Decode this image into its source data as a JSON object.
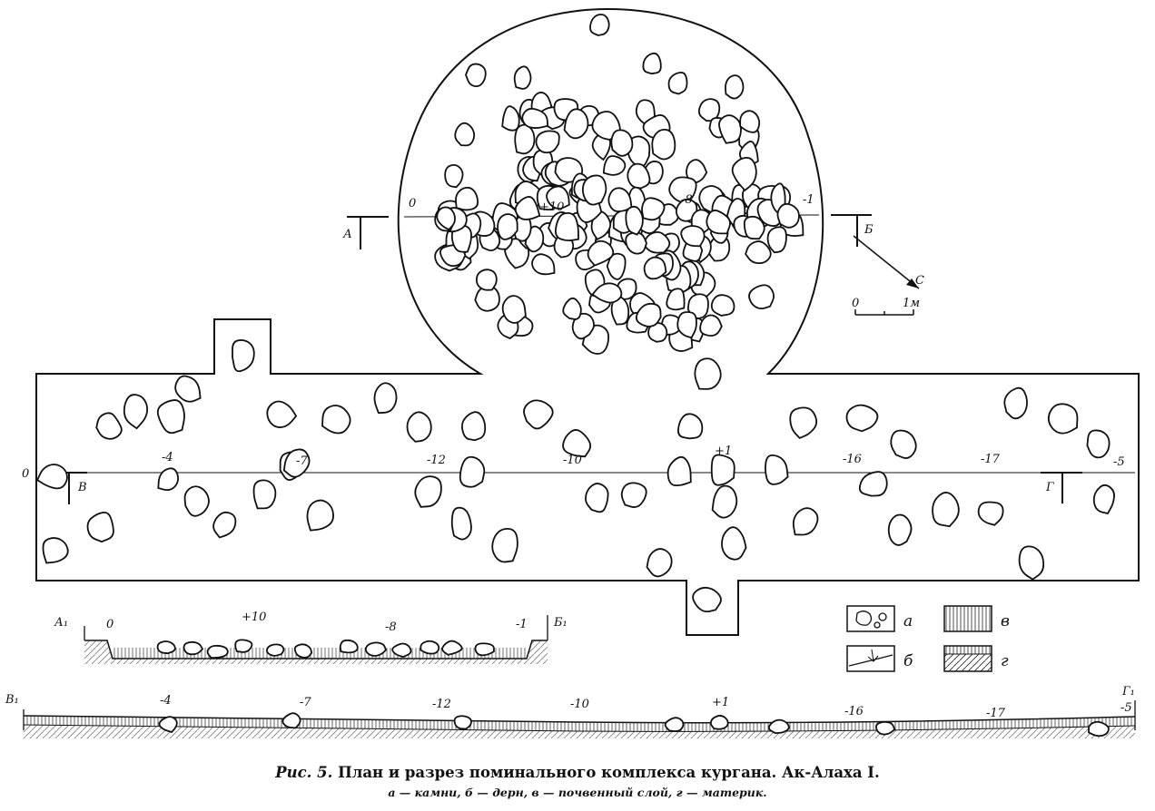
{
  "plan": {
    "elevations_upper": [
      "0",
      "+10",
      "-8",
      "-1"
    ],
    "elevations_lower": [
      "0",
      "-4",
      "-7",
      "-12",
      "-10",
      "+1",
      "-16",
      "-17",
      "-5"
    ],
    "section_letters": {
      "a": "А",
      "b": "Б",
      "v": "В",
      "g": "Г"
    },
    "north": "С",
    "scale": {
      "start": "0",
      "end": "1м"
    }
  },
  "section_ab": {
    "start": "А₁",
    "end": "Б₁",
    "elevations": [
      "0",
      "+10",
      "-8",
      "-1"
    ]
  },
  "section_vg": {
    "start": "В₁",
    "end": "Г₁",
    "elevations": [
      "-4",
      "-7",
      "-12",
      "-10",
      "+1",
      "-16",
      "-17",
      "-5"
    ]
  },
  "legend": [
    {
      "key": "а",
      "meaning": "камни"
    },
    {
      "key": "б",
      "meaning": "дерн"
    },
    {
      "key": "в",
      "meaning": "почвенный слой"
    },
    {
      "key": "г",
      "meaning": "материк"
    }
  ],
  "caption": {
    "fig": "Рис. 5.",
    "title": "План и разрез поминального комплекса кургана. Ак-Алаха I.",
    "legend_line": "а — камни, б — дерн, в — почвенный слой, г — материк."
  }
}
